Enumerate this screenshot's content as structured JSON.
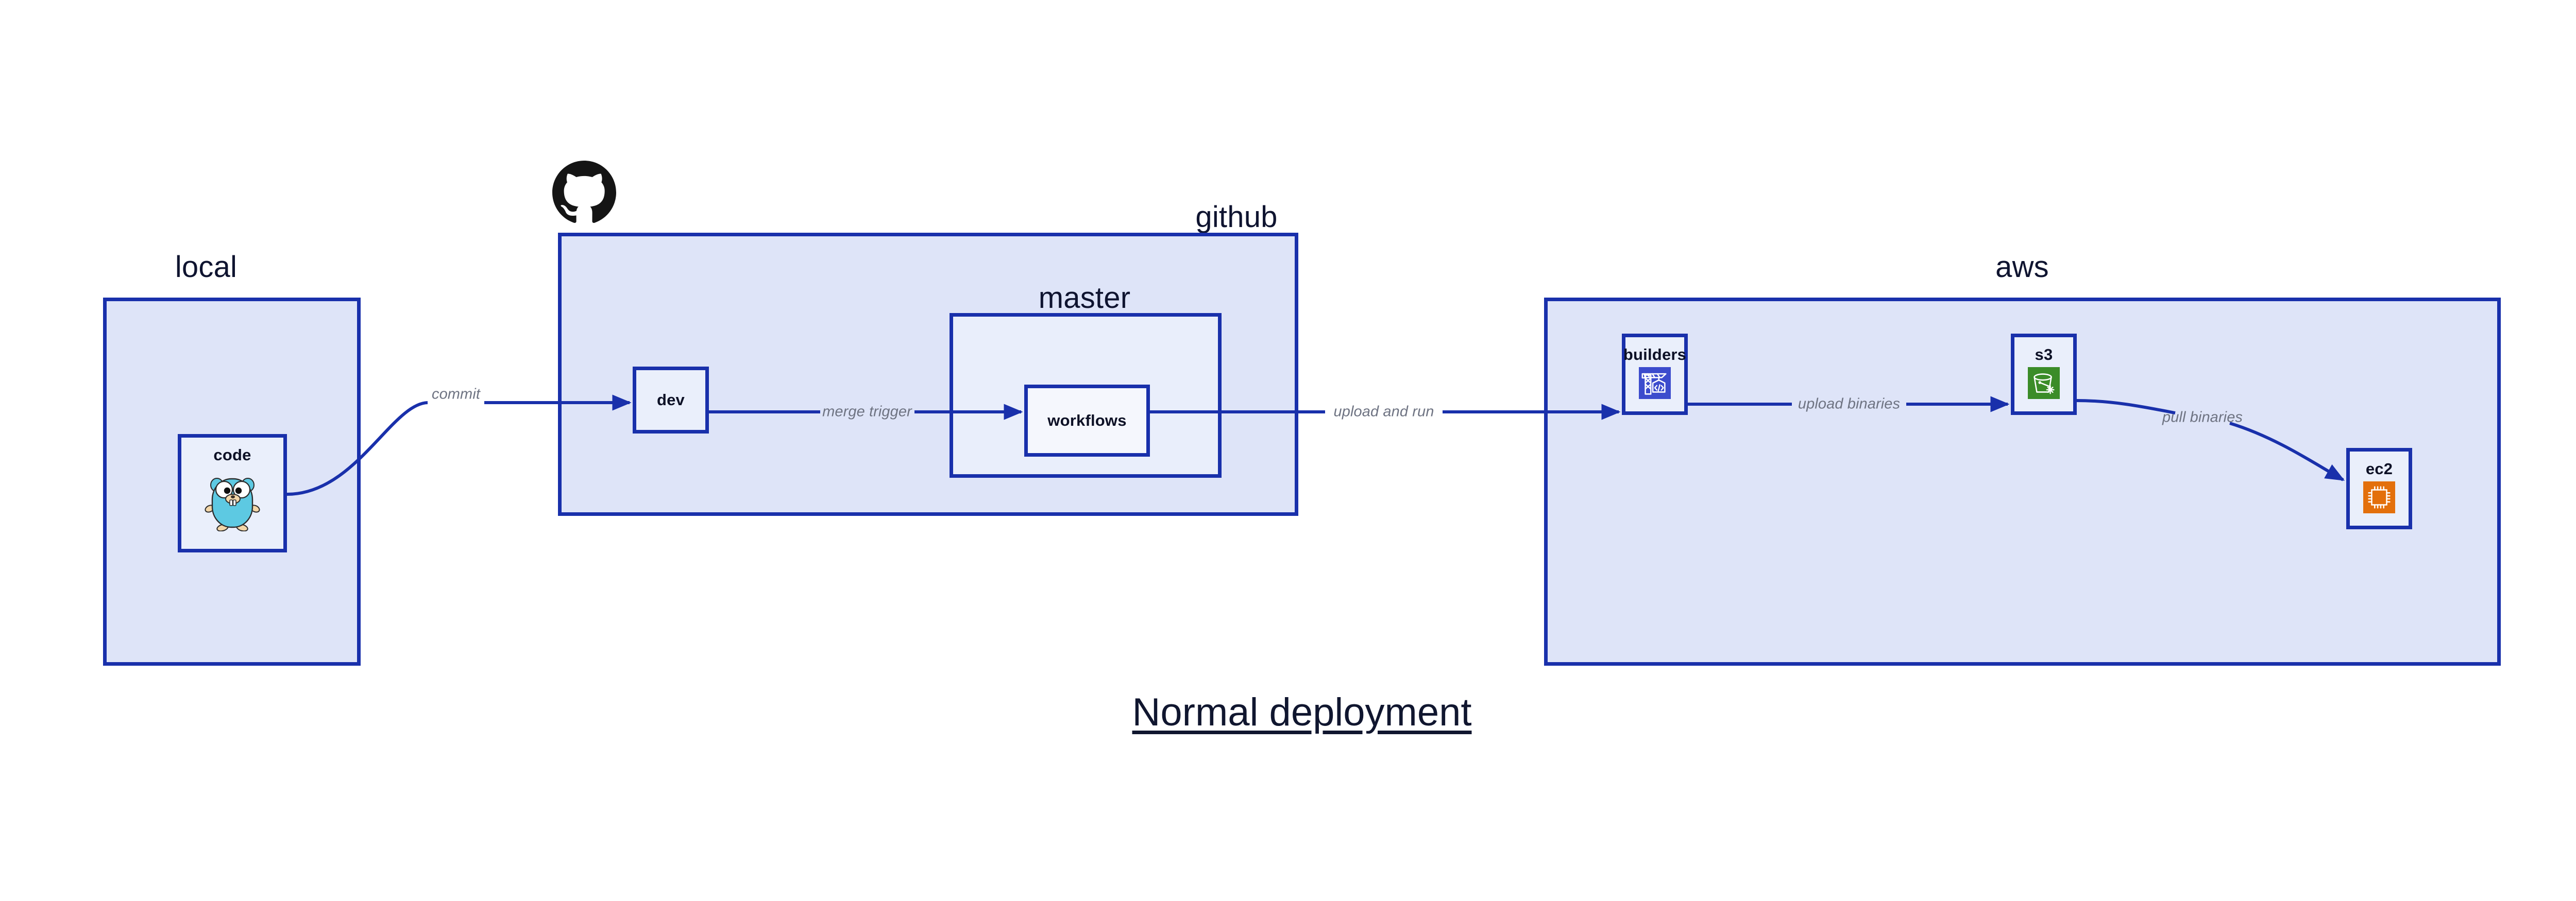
{
  "title": "Normal deployment",
  "colors": {
    "group_border": "#1930ab",
    "group_fill": "#dee4f8",
    "group_fill_light": "#e9eefb",
    "node_fill": "#eaeffb",
    "node_fill_white": "#f5f7fd",
    "edge_stroke": "#1930ab",
    "edge_label_text": "#6e7382",
    "group_label_text": "#0f1430",
    "node_label_text": "#0d1126",
    "builders_icon_bg": "#3c4ccd",
    "s3_icon_bg": "#3b8c28",
    "ec2_icon_bg": "#e3700c",
    "gopher_body": "#5dc9e2",
    "gopher_snout": "#f3d6a8",
    "github_logo": "#151515"
  },
  "groups": [
    {
      "key": "local",
      "label": "local"
    },
    {
      "key": "github",
      "label": "github"
    },
    {
      "key": "master",
      "label": "master"
    },
    {
      "key": "aws",
      "label": "aws"
    }
  ],
  "nodes": [
    {
      "key": "code",
      "label": "code",
      "icon": "go-gopher-icon"
    },
    {
      "key": "dev",
      "label": "dev",
      "icon": null
    },
    {
      "key": "workflows",
      "label": "workflows",
      "icon": null
    },
    {
      "key": "builders",
      "label": "builders",
      "icon": "crane-code-icon"
    },
    {
      "key": "s3",
      "label": "s3",
      "icon": "s3-bucket-icon"
    },
    {
      "key": "ec2",
      "label": "ec2",
      "icon": "cpu-chip-icon"
    }
  ],
  "edges": [
    {
      "key": "commit",
      "label": "commit",
      "from": "code",
      "to": "dev"
    },
    {
      "key": "merge-trigger",
      "label": "merge trigger",
      "from": "dev",
      "to": "workflows"
    },
    {
      "key": "upload-and-run",
      "label": "upload and run",
      "from": "workflows",
      "to": "builders"
    },
    {
      "key": "upload-binaries",
      "label": "upload binaries",
      "from": "builders",
      "to": "s3"
    },
    {
      "key": "pull-binaries",
      "label": "pull binaries",
      "from": "s3",
      "to": "ec2"
    }
  ],
  "logos": [
    {
      "key": "github-mark",
      "name": "github-octocat-icon"
    }
  ]
}
